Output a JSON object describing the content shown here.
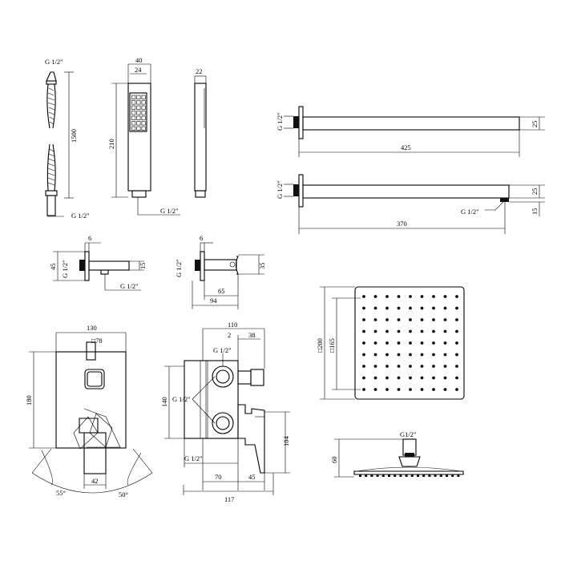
{
  "hose": {
    "thread_top": "G 1/2\"",
    "length": "1500",
    "thread_bottom": "G 1/2\""
  },
  "hand_shower": {
    "width": "40",
    "inner_width": "24",
    "height": "210",
    "thread": "G 1/2\"",
    "depth": "22"
  },
  "arm_long": {
    "thread": "G 1/2\"",
    "length": "425",
    "height": "25"
  },
  "arm_short": {
    "thread_left": "G 1/2\"",
    "thread_outlet": "G 1/2\"",
    "length": "370",
    "height": "25",
    "drop": "15"
  },
  "elbow": {
    "offset": "6",
    "height": "45",
    "thread": "G 1/2\"",
    "width": "15",
    "outlet": "G 1/2\""
  },
  "holder": {
    "offset": "6",
    "thread": "G 1/2\"",
    "height": "35",
    "depth": "65",
    "total": "94"
  },
  "plate": {
    "width": "130",
    "square": "□78",
    "height": "180",
    "base": "42",
    "angle_left": "55°",
    "angle_right": "50°"
  },
  "mixer": {
    "width": "110",
    "off_a": "2",
    "off_b": "38",
    "thread_top": "G 1/2\"",
    "body_height": "140",
    "thread_mid": "G 1/2\"",
    "thread_bottom": "G 1/2\"",
    "lever_height": "104",
    "depth_a": "70",
    "depth_b": "45",
    "total": "117"
  },
  "rain_head": {
    "outer": "□200",
    "inner": "□165",
    "thread": "G1/2\"",
    "height": "60"
  }
}
